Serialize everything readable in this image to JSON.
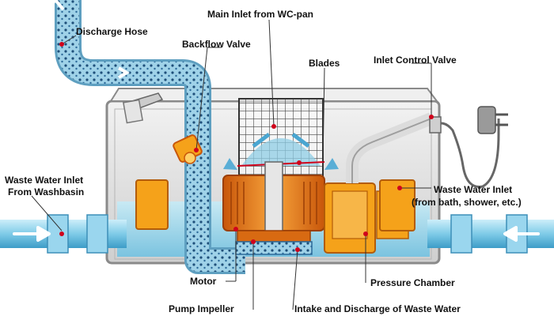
{
  "labels": {
    "discharge_hose": "Discharge Hose",
    "main_inlet": "Main Inlet from WC-pan",
    "backflow_valve": "Backflow Valve",
    "blades": "Blades",
    "inlet_control_valve": "Inlet Control Valve",
    "waste_inlet_wash_1": "Waste Water Inlet",
    "waste_inlet_wash_2": "From Washbasin",
    "waste_inlet_bath_1": "Waste Water Inlet",
    "waste_inlet_bath_2": "(from bath, shower, etc.)",
    "motor": "Motor",
    "pressure_chamber": "Pressure Chamber",
    "pump_impeller": "Pump Impeller",
    "intake_discharge": "Intake and Discharge of Waste Water"
  },
  "colors": {
    "water": "#a9dff0",
    "water_dark": "#58b8dc",
    "hose": "#8fc4dc",
    "housing": "#e4e4e4",
    "housing_edge": "#8a8a8a",
    "motor": "#f08a1e",
    "motor_dark": "#c8560a",
    "chamber": "#f5a21a",
    "marker": "#d0021b",
    "arrow": "#ffffff"
  }
}
